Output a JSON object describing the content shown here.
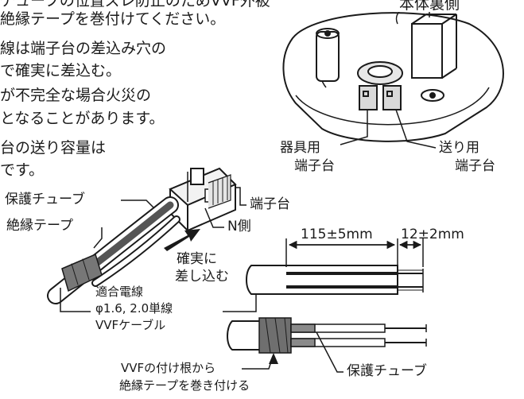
{
  "instructions": {
    "line1": "チューブの位置ズレ防止のためVVF外被",
    "line2": "絶縁テープを巻付けてください。",
    "line3": "線は端子台の差込み穴の",
    "line4": "で確実に差込む。",
    "line5": "が不完全な場合火災の",
    "line6": "となることがあります。",
    "line7": "台の送り容量は",
    "line8": "です。"
  },
  "housing": {
    "back_side_label": "本体裏側",
    "fixture_terminal": [
      "器具用",
      "端子台"
    ],
    "feed_terminal": [
      "送り用",
      "端子台"
    ]
  },
  "connector": {
    "protective_tube": "保護チューブ",
    "insulating_tape": "絶縁テープ",
    "terminal_block": "端子台",
    "n_side": "N側",
    "insert": [
      "確実に",
      "差し込む"
    ],
    "wire_spec": [
      "適合電線",
      "φ1.6, 2.0単線",
      "VVFケーブル"
    ]
  },
  "strip": {
    "sheath_length": "115±5mm",
    "core_length": "12±2mm"
  },
  "taped_cable": {
    "tape_note": [
      "VVFの付け根から",
      "絶縁テープを巻き付ける"
    ],
    "tube_label": "保護チューブ"
  },
  "colors": {
    "line": "#1a1a1a",
    "gray": "#9a9a9a",
    "dark": "#333333"
  }
}
